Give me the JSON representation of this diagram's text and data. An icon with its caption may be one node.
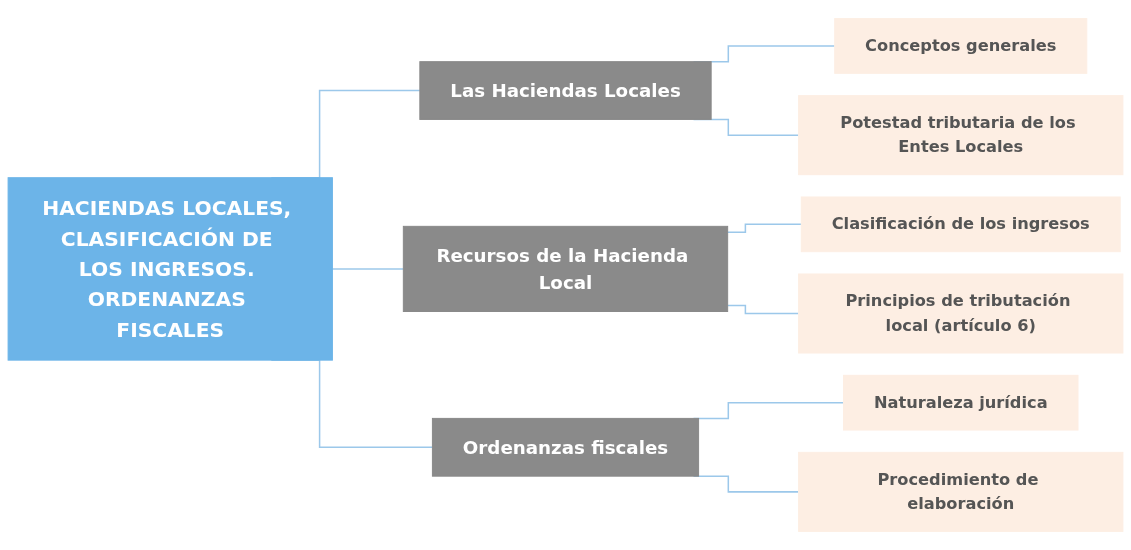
{
  "diagram": {
    "nodes": [
      {
        "text": [
          "HACIENDAS LOCALES, CLASIFICACIÓN DE LOS INGRESOS. ORDENANZAS FISCALES"
        ]
      },
      {
        "text": [
          "Las Haciendas Locales"
        ]
      },
      {
        "text": [
          "Conceptos generales"
        ]
      },
      {
        "text": [
          "Potestad tributaria de los Entes Locales"
        ]
      },
      {
        "text": [
          "Recursos de la Hacienda Local"
        ]
      },
      {
        "text": [
          "Clasificación de los ingresos"
        ]
      },
      {
        "text": [
          "Principios de tributación local (artículo 6)"
        ]
      },
      {
        "text": [
          "Ordenanzas fiscales"
        ]
      },
      {
        "text": [
          "Naturaleza jurídica"
        ]
      },
      {
        "text": [
          "Procedimiento de elaboración"
        ]
      }
    ],
    "edges": [
      {
        "from": 0,
        "to": 1,
        "arrow": "none"
      },
      {
        "from": 0,
        "to": 4,
        "arrow": "none"
      },
      {
        "from": 0,
        "to": 7,
        "arrow": "none"
      },
      {
        "from": 1,
        "to": 2,
        "arrow": "none"
      },
      {
        "from": 1,
        "to": 3,
        "arrow": "none"
      },
      {
        "from": 4,
        "to": 5,
        "arrow": "none"
      },
      {
        "from": 4,
        "to": 6,
        "arrow": "none"
      },
      {
        "from": 7,
        "to": 8,
        "arrow": "none"
      },
      {
        "from": 7,
        "to": 9,
        "arrow": "none"
      }
    ]
  }
}
